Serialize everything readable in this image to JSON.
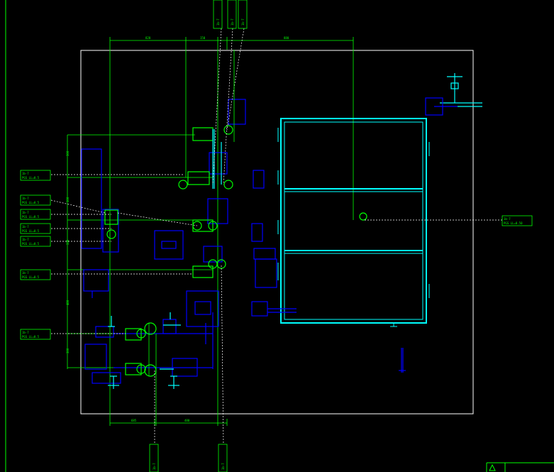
{
  "colors": {
    "background": "#000000",
    "frame": "#ffffff",
    "dimension": "#00ff00",
    "tank": "#00ffff",
    "piping": "#0000ff",
    "equipment": "#00ff00",
    "leader": "#ffffff"
  },
  "labels": {
    "tag_left_1": "1b-7",
    "tag_left_1_sub": "PGS LL=0.5",
    "tag_left_2": "1b-7",
    "tag_left_2_sub": "PGS LL=0.5",
    "tag_left_3": "1b-7",
    "tag_left_3_sub": "PGS LL=0.5",
    "tag_left_4": "1b-7",
    "tag_left_4_sub": "PGS LL=0.5",
    "tag_left_5": "1b-7",
    "tag_left_5_sub": "PGS LL=0.5",
    "tag_left_6": "1b-7",
    "tag_left_6_sub": "PGS LL=0.5",
    "tag_left_7": "1b-7",
    "tag_left_7_sub": "PGS LL=0.5",
    "tag_right": "1b-7",
    "tag_right_sub": "PGS LL=0.50",
    "tag_top_1": "1b-7",
    "tag_top_2": "1b-7",
    "tag_top_3": "1b-7",
    "tag_bottom_1": "1b-7",
    "tag_bottom_2": "1b-7"
  }
}
